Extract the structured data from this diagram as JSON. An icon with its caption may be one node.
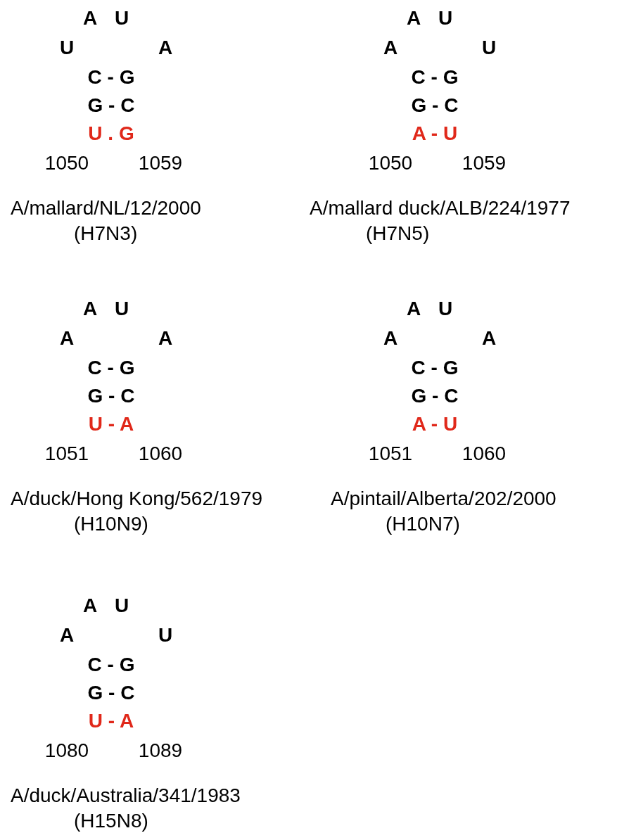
{
  "diagram": {
    "labels": [
      "A",
      "U",
      "U",
      "A",
      "C - G",
      "G - C",
      "U . G",
      "1050",
      "1059",
      "A/mallard/NL/12/2000",
      "(H7N3)",
      "A",
      "U",
      "A",
      "U",
      "C - G",
      "G - C",
      "A - U",
      "1050",
      "1059",
      "A/mallard duck/ALB/224/1977",
      "(H7N5)",
      "A",
      "U",
      "A",
      "A",
      "C - G",
      "G - C",
      "U - A",
      "1051",
      "1060",
      "A/duck/Hong Kong/562/1979",
      "(H10N9)",
      "A",
      "U",
      "A",
      "A",
      "C - G",
      "G - C",
      "A - U",
      "1051",
      "1060",
      "A/pintail/Alberta/202/2000",
      "(H10N7)",
      "A",
      "U",
      "A",
      "U",
      "C - G",
      "G - C",
      "U - A",
      "1080",
      "1089",
      "A/duck/Australia/341/1983",
      "(H15N8)"
    ]
  }
}
